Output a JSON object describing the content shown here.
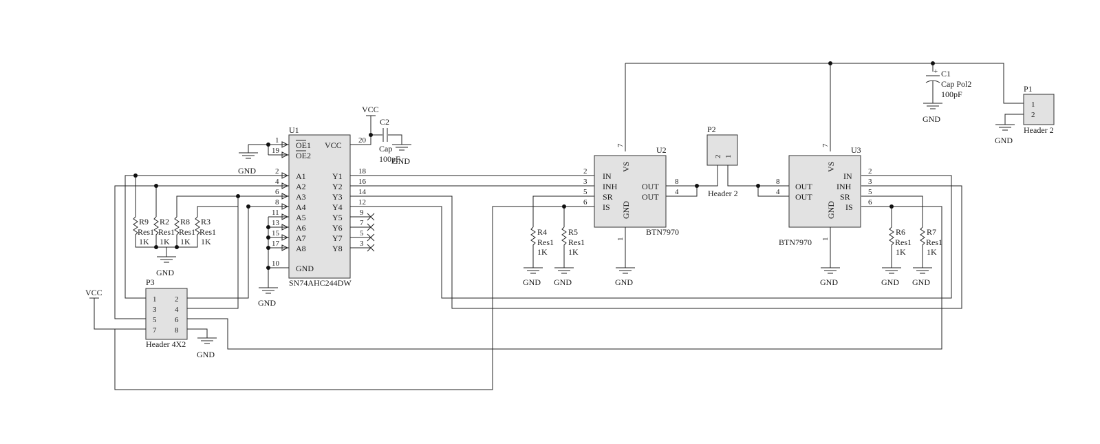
{
  "u1": {
    "ref": "U1",
    "part": "SN74AHC244DW",
    "left_pins": [
      {
        "num": "1",
        "name": "OE1",
        "overline": true
      },
      {
        "num": "19",
        "name": "OE2",
        "overline": true
      },
      {
        "num": "2",
        "name": "A1"
      },
      {
        "num": "4",
        "name": "A2"
      },
      {
        "num": "6",
        "name": "A3"
      },
      {
        "num": "8",
        "name": "A4"
      },
      {
        "num": "11",
        "name": "A5"
      },
      {
        "num": "13",
        "name": "A6"
      },
      {
        "num": "15",
        "name": "A7"
      },
      {
        "num": "17",
        "name": "A8"
      },
      {
        "num": "10",
        "name": "GND"
      }
    ],
    "right_pins": [
      {
        "num": "20",
        "name": "VCC"
      },
      {
        "num": "18",
        "name": "Y1"
      },
      {
        "num": "16",
        "name": "Y2"
      },
      {
        "num": "14",
        "name": "Y3"
      },
      {
        "num": "12",
        "name": "Y4"
      },
      {
        "num": "9",
        "name": "Y5"
      },
      {
        "num": "7",
        "name": "Y6"
      },
      {
        "num": "5",
        "name": "Y7"
      },
      {
        "num": "3",
        "name": "Y8"
      }
    ]
  },
  "u2": {
    "ref": "U2",
    "part": "BTN7970",
    "left_pins": [
      {
        "num": "2",
        "name": "IN"
      },
      {
        "num": "3",
        "name": "INH"
      },
      {
        "num": "5",
        "name": "SR"
      },
      {
        "num": "6",
        "name": "IS"
      }
    ],
    "right_pins": [
      {
        "num": "8",
        "name": "OUT"
      },
      {
        "num": "4",
        "name": "OUT"
      }
    ],
    "top_pin": {
      "num": "7",
      "name": "VS"
    },
    "bottom_pin": {
      "num": "1",
      "name": "GND"
    }
  },
  "u3": {
    "ref": "U3",
    "part": "BTN7970",
    "right_pins": [
      {
        "num": "2",
        "name": "IN"
      },
      {
        "num": "3",
        "name": "INH"
      },
      {
        "num": "5",
        "name": "SR"
      },
      {
        "num": "6",
        "name": "IS"
      }
    ],
    "left_pins": [
      {
        "num": "8",
        "name": "OUT"
      },
      {
        "num": "4",
        "name": "OUT"
      }
    ],
    "top_pin": {
      "num": "7",
      "name": "VS"
    },
    "bottom_pin": {
      "num": "1",
      "name": "GND"
    }
  },
  "resistors": [
    {
      "ref": "R9",
      "type": "Res1",
      "value": "1K"
    },
    {
      "ref": "R2",
      "type": "Res1",
      "value": "1K"
    },
    {
      "ref": "R8",
      "type": "Res1",
      "value": "1K"
    },
    {
      "ref": "R3",
      "type": "Res1",
      "value": "1K"
    },
    {
      "ref": "R4",
      "type": "Res1",
      "value": "1K"
    },
    {
      "ref": "R5",
      "type": "Res1",
      "value": "1K"
    },
    {
      "ref": "R6",
      "type": "Res1",
      "value": "1K"
    },
    {
      "ref": "R7",
      "type": "Res1",
      "value": "1K"
    }
  ],
  "c1": {
    "ref": "C1",
    "type": "Cap Pol2",
    "value": "100pF",
    "polarity": "+"
  },
  "c2": {
    "ref": "C2",
    "type": "Cap",
    "value": "100pF"
  },
  "p1": {
    "ref": "P1",
    "part": "Header 2",
    "pins": [
      "1",
      "2"
    ]
  },
  "p2": {
    "ref": "P2",
    "part": "Header 2",
    "pins": [
      "2",
      "1"
    ]
  },
  "p3": {
    "ref": "P3",
    "part": "Header 4X2",
    "pins": [
      "1",
      "2",
      "3",
      "4",
      "5",
      "6",
      "7",
      "8"
    ]
  },
  "nets": {
    "gnd": "GND",
    "vcc": "VCC"
  }
}
